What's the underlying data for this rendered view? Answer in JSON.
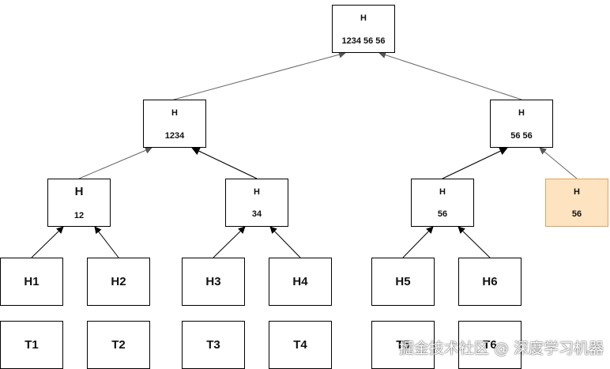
{
  "nodes": {
    "root": {
      "top": "H",
      "bottom": "1234 56 56"
    },
    "n1234": {
      "top": "H",
      "bottom": "1234"
    },
    "n5656": {
      "top": "H",
      "bottom": "56 56"
    },
    "n12": {
      "top": "H",
      "bottom": "12"
    },
    "n34": {
      "top": "H",
      "bottom": "34"
    },
    "n56": {
      "top": "H",
      "bottom": "56"
    },
    "n56b": {
      "top": "H",
      "bottom": "56"
    }
  },
  "hash_leaves": [
    "H1",
    "H2",
    "H3",
    "H4",
    "H5",
    "H6"
  ],
  "data_blocks": [
    "T1",
    "T2",
    "T3",
    "T4",
    "T5",
    "T6"
  ],
  "highlight_color": "#fde3c0",
  "watermark": "掘金技术社区 @ 深度学习机器"
}
